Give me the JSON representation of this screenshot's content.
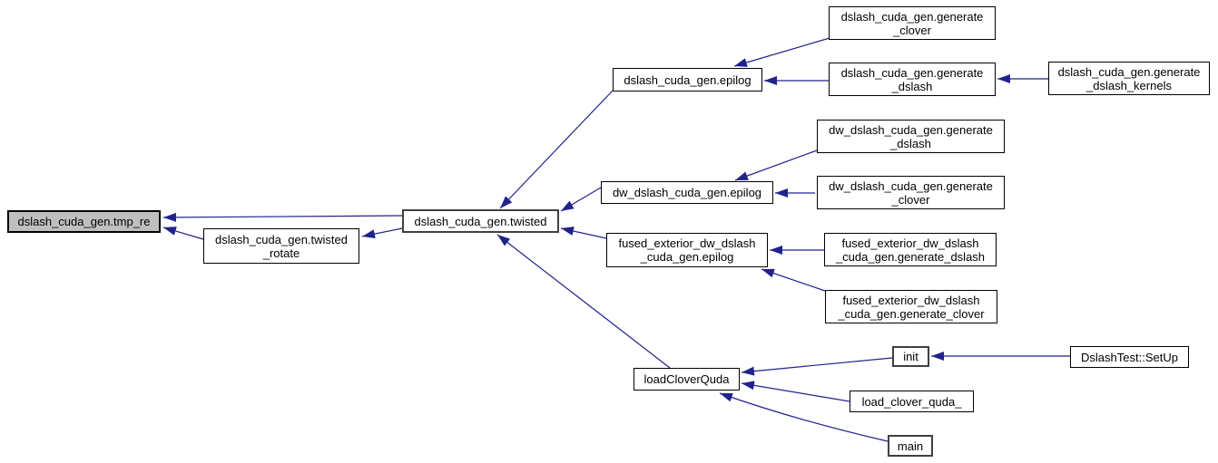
{
  "diagram": {
    "type": "caller-graph",
    "nodes": [
      {
        "id": "dslash_cuda_gen.tmp_re",
        "label": "dslash_cuda_gen.tmp_re",
        "highlighted": true
      },
      {
        "id": "dslash_cuda_gen.twisted_rotate",
        "label": "dslash_cuda_gen.twisted\n_rotate",
        "highlighted": false
      },
      {
        "id": "dslash_cuda_gen.twisted",
        "label": "dslash_cuda_gen.twisted",
        "highlighted": false
      },
      {
        "id": "dslash_cuda_gen.epilog",
        "label": "dslash_cuda_gen.epilog",
        "highlighted": false
      },
      {
        "id": "dslash_cuda_gen.generate_clover",
        "label": "dslash_cuda_gen.generate\n_clover",
        "highlighted": false
      },
      {
        "id": "dslash_cuda_gen.generate_dslash",
        "label": "dslash_cuda_gen.generate\n_dslash",
        "highlighted": false
      },
      {
        "id": "dslash_cuda_gen.generate_dslash_kernels",
        "label": "dslash_cuda_gen.generate\n_dslash_kernels",
        "highlighted": false
      },
      {
        "id": "dw_dslash_cuda_gen.generate_dslash",
        "label": "dw_dslash_cuda_gen.generate\n_dslash",
        "highlighted": false
      },
      {
        "id": "dw_dslash_cuda_gen.epilog",
        "label": "dw_dslash_cuda_gen.epilog",
        "highlighted": false
      },
      {
        "id": "dw_dslash_cuda_gen.generate_clover",
        "label": "dw_dslash_cuda_gen.generate\n_clover",
        "highlighted": false
      },
      {
        "id": "fused_exterior_dw_dslash_cuda_gen.epilog",
        "label": "fused_exterior_dw_dslash\n_cuda_gen.epilog",
        "highlighted": false
      },
      {
        "id": "fused_exterior_dw_dslash_cuda_gen.generate_dslash",
        "label": "fused_exterior_dw_dslash\n_cuda_gen.generate_dslash",
        "highlighted": false
      },
      {
        "id": "fused_exterior_dw_dslash_cuda_gen.generate_clover",
        "label": "fused_exterior_dw_dslash\n_cuda_gen.generate_clover",
        "highlighted": false
      },
      {
        "id": "loadCloverQuda",
        "label": "loadCloverQuda",
        "highlighted": false
      },
      {
        "id": "init",
        "label": "init",
        "highlighted": false
      },
      {
        "id": "DslashTest::SetUp",
        "label": "DslashTest::SetUp",
        "highlighted": false
      },
      {
        "id": "load_clover_quda_",
        "label": "load_clover_quda_",
        "highlighted": false
      },
      {
        "id": "main",
        "label": "main",
        "highlighted": false
      }
    ],
    "edges": [
      {
        "from": "dslash_cuda_gen.twisted",
        "to": "dslash_cuda_gen.tmp_re"
      },
      {
        "from": "dslash_cuda_gen.twisted_rotate",
        "to": "dslash_cuda_gen.tmp_re"
      },
      {
        "from": "dslash_cuda_gen.twisted",
        "to": "dslash_cuda_gen.twisted_rotate"
      },
      {
        "from": "dslash_cuda_gen.epilog",
        "to": "dslash_cuda_gen.twisted"
      },
      {
        "from": "dw_dslash_cuda_gen.epilog",
        "to": "dslash_cuda_gen.twisted"
      },
      {
        "from": "fused_exterior_dw_dslash_cuda_gen.epilog",
        "to": "dslash_cuda_gen.twisted"
      },
      {
        "from": "loadCloverQuda",
        "to": "dslash_cuda_gen.twisted"
      },
      {
        "from": "dslash_cuda_gen.generate_clover",
        "to": "dslash_cuda_gen.epilog"
      },
      {
        "from": "dslash_cuda_gen.generate_dslash",
        "to": "dslash_cuda_gen.epilog"
      },
      {
        "from": "dslash_cuda_gen.generate_dslash_kernels",
        "to": "dslash_cuda_gen.generate_dslash"
      },
      {
        "from": "dw_dslash_cuda_gen.generate_dslash",
        "to": "dw_dslash_cuda_gen.epilog"
      },
      {
        "from": "dw_dslash_cuda_gen.generate_clover",
        "to": "dw_dslash_cuda_gen.epilog"
      },
      {
        "from": "fused_exterior_dw_dslash_cuda_gen.generate_dslash",
        "to": "fused_exterior_dw_dslash_cuda_gen.epilog"
      },
      {
        "from": "fused_exterior_dw_dslash_cuda_gen.generate_clover",
        "to": "fused_exterior_dw_dslash_cuda_gen.epilog"
      },
      {
        "from": "init",
        "to": "loadCloverQuda"
      },
      {
        "from": "load_clover_quda_",
        "to": "loadCloverQuda"
      },
      {
        "from": "main",
        "to": "loadCloverQuda"
      },
      {
        "from": "DslashTest::SetUp",
        "to": "init"
      }
    ]
  },
  "colors": {
    "edge": "#22228b",
    "node-border": "#000000",
    "emphasis-border": "#404040",
    "node-fill": "#ffffff",
    "highlight-fill": "#bfbfbf",
    "text": "#000000",
    "background": "#ffffff"
  }
}
